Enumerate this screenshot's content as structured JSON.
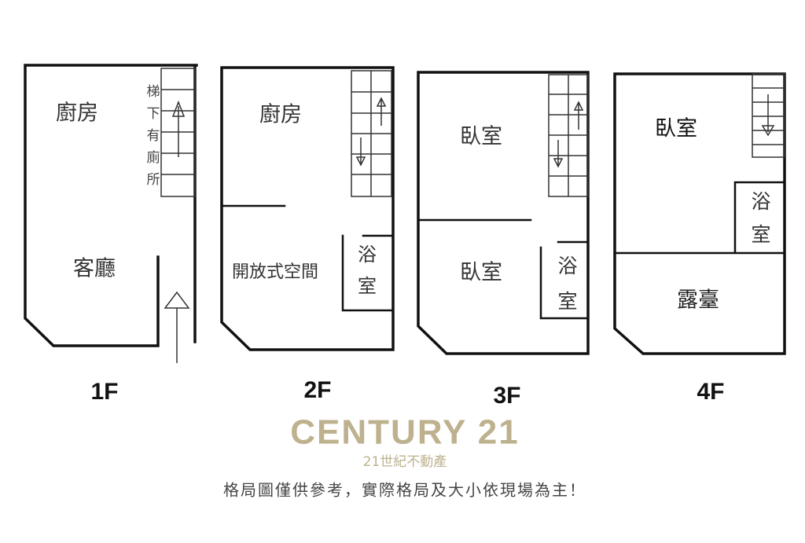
{
  "floors": [
    {
      "label": "1F",
      "rooms": {
        "kitchen": "廚房",
        "living": "客廳"
      },
      "stair_note": [
        "梯",
        "下",
        "有",
        "廁",
        "所"
      ]
    },
    {
      "label": "2F",
      "rooms": {
        "kitchen": "廚房",
        "open": "開放式空間",
        "bath_1": "浴",
        "bath_2": "室"
      }
    },
    {
      "label": "3F",
      "rooms": {
        "bedroom_1": "臥室",
        "bedroom_2": "臥室",
        "bath_1": "浴",
        "bath_2": "室"
      }
    },
    {
      "label": "4F",
      "rooms": {
        "bedroom": "臥室",
        "bath_1": "浴",
        "bath_2": "室",
        "terrace": "露臺"
      }
    }
  ],
  "caption": "格局圖僅供參考，實際格局及大小依現場為主！",
  "watermark": {
    "brand": "CENTURY 21",
    "sub": "21世紀不動產",
    "color": "#b1a37a"
  }
}
